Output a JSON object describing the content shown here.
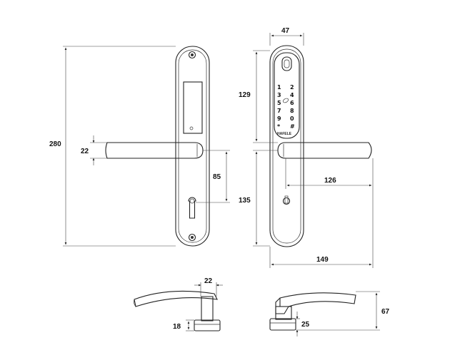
{
  "drawing": {
    "dimensions": {
      "front_height": "280",
      "handle_thickness": "22",
      "handle_to_cylinder": "85",
      "plate_width": "47",
      "keypad_height": "129",
      "lower_section": "135",
      "handle_length": "126",
      "total_depth": "149",
      "side_handle_width": "22",
      "side_base_height": "18",
      "side_height": "67",
      "side_base_height_b": "25"
    },
    "brand": "HAFELE",
    "keypad": {
      "keys": [
        "1",
        "2",
        "3",
        "4",
        "5",
        "6",
        "7",
        "8",
        "9",
        "0",
        "*",
        "#"
      ]
    }
  }
}
